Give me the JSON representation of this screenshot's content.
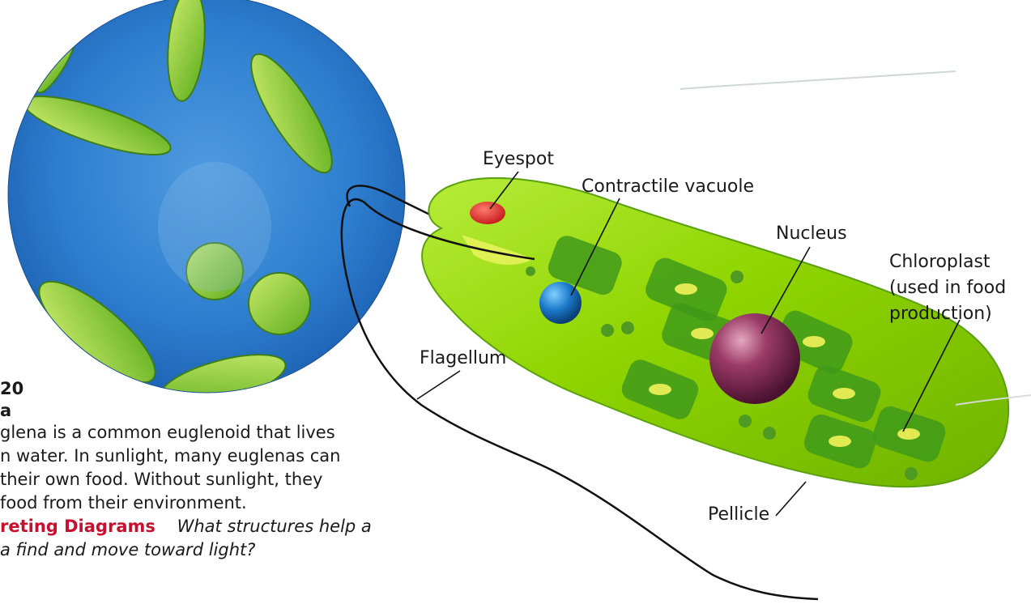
{
  "labels": {
    "eyespot": "Eyespot",
    "contractile_vacuole": "Contractile vacuole",
    "nucleus": "Nucleus",
    "chloroplast": "Chloroplast (used in food production)",
    "flagellum": "Flagellum",
    "pellicle": "Pellicle"
  },
  "caption": {
    "figure_number": "20",
    "title": "a",
    "body_lines": [
      "glena is a common euglenoid that lives",
      "n water. In sunlight, many euglenas can",
      "their own food. Without sunlight, they",
      "food from their environment."
    ],
    "skill": "reting Diagrams",
    "question_line1": "What structures help a",
    "question_line2": "a find and move toward light?"
  },
  "colors": {
    "skill_red": "#c8102e",
    "cell_green": "#8fd400",
    "micrograph_blue": "#2a74c4"
  }
}
